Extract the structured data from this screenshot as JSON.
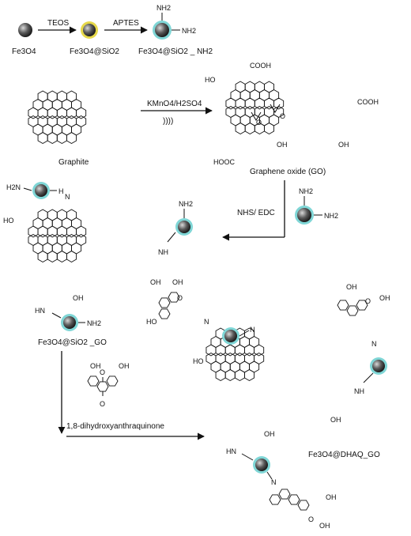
{
  "labels": {
    "fe3o4": "Fe3O4",
    "fe3o4_sio2": "Fe3O4@SiO2",
    "fe3o4_sio2_nh2": "Fe3O4@SiO2 _ NH2",
    "graphite": "Graphite",
    "graphene_oxide": "Graphene oxide (GO)",
    "fe3o4_sio2_go": "Fe3O4@SiO2 _GO",
    "dhaq": "1,8-dihydroxyanthraquinone",
    "final": "Fe3O4@DHAQ_GO"
  },
  "reagents": {
    "teos": "TEOS",
    "aptes": "APTES",
    "oxidant": "KMnO4/H2SO4",
    "sonication": "))))",
    "coupling": "NHS/ EDC"
  },
  "groups": {
    "nh2": "NH2",
    "h2n": "H2N",
    "cooh": "COOH",
    "hooc": "HOOC",
    "ho": "HO",
    "oh": "OH",
    "o": "O",
    "n": "N",
    "hn": "HN",
    "nh": "NH",
    "h": "H"
  },
  "colors": {
    "particle_core": "#3a3a3a",
    "sio2_shell": "#e6d84a",
    "amine_shell": "#7fd6d6",
    "ink": "#111111"
  }
}
